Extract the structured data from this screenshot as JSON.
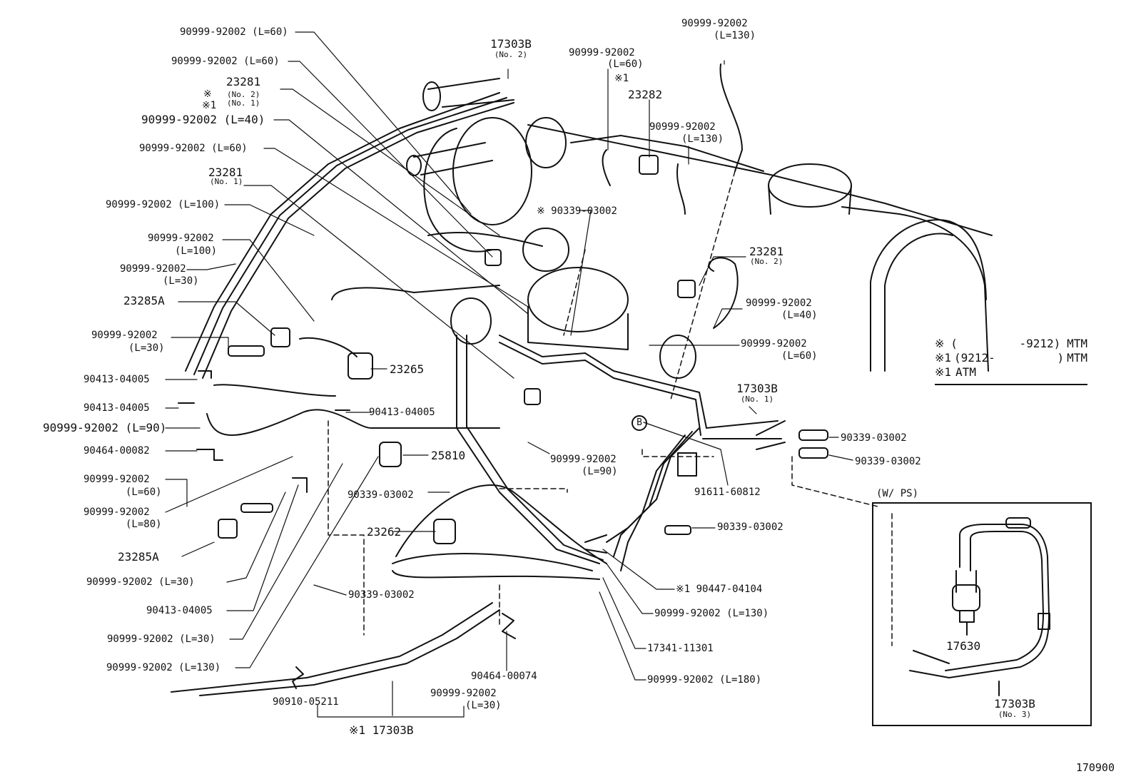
{
  "diagram_id": "170900",
  "labels": {
    "p_90999_L60_a": "90999-92002 (L=60)",
    "p_90999_L60_b": "90999-92002 (L=60)",
    "p_23281_top": "23281",
    "p_23281_top_no2": "(No. 2)",
    "p_23281_top_no1": "(No. 1)",
    "mark_a": "※",
    "mark_b": "※1",
    "p_90999_L40_left": "90999-92002 (L=40)",
    "p_90999_L60_c": "90999-92002 (L=60)",
    "p_23281_no1": "23281",
    "p_23281_no1_sub": "(No. 1)",
    "p_90999_L100_a": "90999-92002 (L=100)",
    "p_90999_L100_b": "90999-92002",
    "p_90999_L100_b_sub": "(L=100)",
    "p_90999_L30_a": "90999-92002",
    "p_90999_L30_a_sub": "(L=30)",
    "p_23285A_top": "23285A",
    "p_90999_L30_b": "90999-92002",
    "p_90999_L30_b_sub": "(L=30)",
    "p_90413_a": "90413-04005",
    "p_90413_b": "90413-04005",
    "p_90999_L90_left": "90999-92002 (L=90)",
    "p_90464_82": "90464-00082",
    "p_90999_L60_d": "90999-92002",
    "p_90999_L60_d_sub": "(L=60)",
    "p_90999_L80": "90999-92002",
    "p_90999_L80_sub": "(L=80)",
    "p_23285A_bottom": "23285A",
    "p_90999_L30_c": "90999-92002 (L=30)",
    "p_90413_c": "90413-04005",
    "p_90999_L30_d": "90999-92002 (L=30)",
    "p_90999_L130_bottom": "90999-92002 (L=130)",
    "p_17303B_no2": "17303B",
    "p_17303B_no2_sub": "(No. 2)",
    "p_90999_L60_mid": "90999-92002",
    "p_90999_L60_mid_sub": "(L=60)",
    "p_mark_mid": "※1",
    "p_23282": "23282",
    "p_90999_L130_top": "90999-92002",
    "p_90999_L130_top_sub": "(L=130)",
    "p_90999_L130_mid": "90999-92002",
    "p_90999_L130_mid_sub": "(L=130)",
    "p_90339_mark": "※ 90339-03002",
    "p_23281_right": "23281",
    "p_23281_right_sub": "(No. 2)",
    "p_90999_L40_right": "90999-92002",
    "p_90999_L40_right_sub": "(L=40)",
    "p_90999_L60_right": "90999-92002",
    "p_90999_L60_right_sub": "(L=60)",
    "p_23265": "23265",
    "p_90413_mid": "90413-04005",
    "p_25810": "25810",
    "p_90999_L90_mid": "90999-92002",
    "p_90999_L90_mid_sub": "(L=90)",
    "p_17303B_no1": "17303B",
    "p_17303B_no1_sub": "(No. 1)",
    "p_circle_b": "B",
    "p_90339_r1": "90339-03002",
    "p_90339_r2": "90339-03002",
    "p_91611": "91611-60812",
    "p_90339_r3": "90339-03002",
    "p_90339_mid": "90339-03002",
    "p_23262": "23262",
    "p_90339_low": "90339-03002",
    "p_90447": "※1 90447-04104",
    "p_90999_L130_low": "90999-92002 (L=130)",
    "p_17341": "17341-11301",
    "p_90999_L180": "90999-92002 (L=180)",
    "p_90464_74": "90464-00074",
    "p_90910": "90910-05211",
    "p_90999_L30_bot": "90999-92002",
    "p_90999_L30_bot_sub": "(L=30)",
    "p_17303B_bottom": "※1 17303B",
    "p_ps_title": "(W/ PS)",
    "p_17630": "17630",
    "p_17303B_no3": "17303B",
    "p_17303B_no3_sub": "(No. 3)"
  },
  "legend": [
    {
      "mark": "※",
      "range": "(         -9212)",
      "trans": "MTM"
    },
    {
      "mark": "※1",
      "range": "(9212-         )",
      "trans": "MTM"
    },
    {
      "mark": "※1",
      "range": "",
      "trans": "ATM"
    }
  ]
}
